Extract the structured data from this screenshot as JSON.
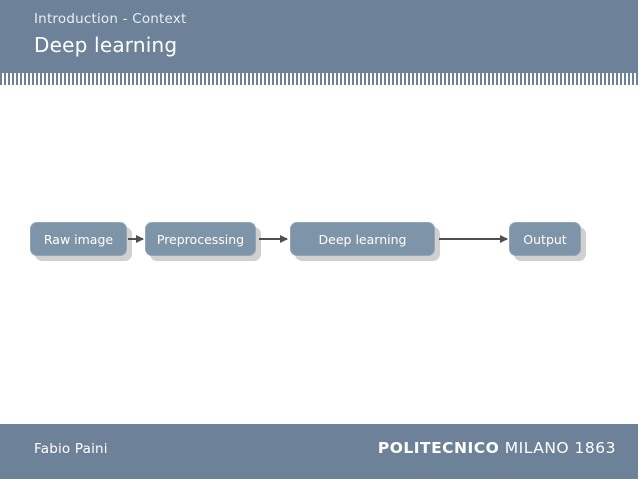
{
  "header": {
    "subtitle": "Introduction - Context",
    "title": "Deep learning",
    "bg_color": "#6d8299"
  },
  "pipeline": {
    "nodes": [
      {
        "label": "Raw image"
      },
      {
        "label": "Preprocessing"
      },
      {
        "label": "Deep learning"
      },
      {
        "label": "Output"
      }
    ],
    "node_color": "#7e94a8",
    "arrow_color": "#4f4f4f"
  },
  "footer": {
    "author": "Fabio Paini",
    "brand_bold": "POLITECNICO",
    "brand_light": "MILANO 1863",
    "bg_color": "#6d8299"
  }
}
